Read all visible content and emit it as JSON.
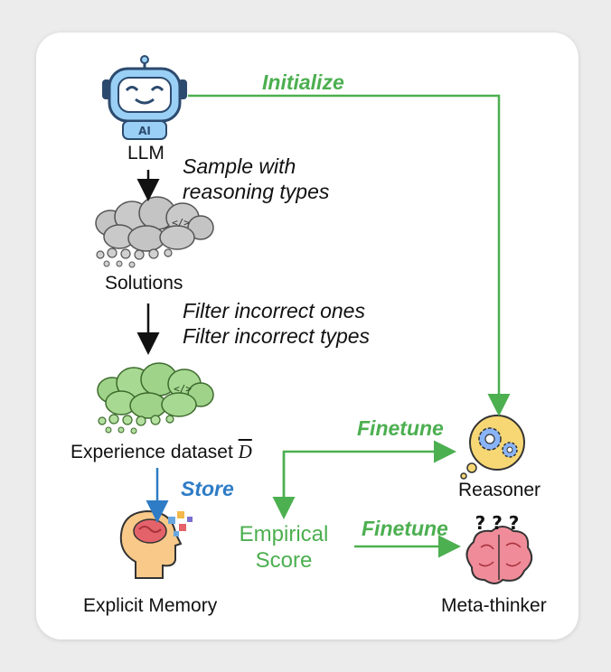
{
  "nodes": {
    "llm": "LLM",
    "solutions": "Solutions",
    "experience_prefix": "Experience dataset ",
    "experience_symbol": "D",
    "memory": "Explicit Memory",
    "reasoner": "Reasoner",
    "metathinker": "Meta-thinker",
    "empirical_line1": "Empirical",
    "empirical_line2": "Score"
  },
  "steps": {
    "sample_line1": "Sample with",
    "sample_line2": "reasoning types",
    "filter_line1": "Filter incorrect ones",
    "filter_line2": "Filter incorrect types"
  },
  "edges": {
    "initialize": "Initialize",
    "finetune_reasoner": "Finetune",
    "finetune_meta": "Finetune",
    "store": "Store"
  },
  "icons": {
    "robot_badge": "AI",
    "cloud_code": "</>",
    "thinker_marks": "? ? ?"
  },
  "colors": {
    "green_arrow": "#4caf50",
    "blue_arrow": "#2e7cc6",
    "black_arrow": "#111111"
  }
}
